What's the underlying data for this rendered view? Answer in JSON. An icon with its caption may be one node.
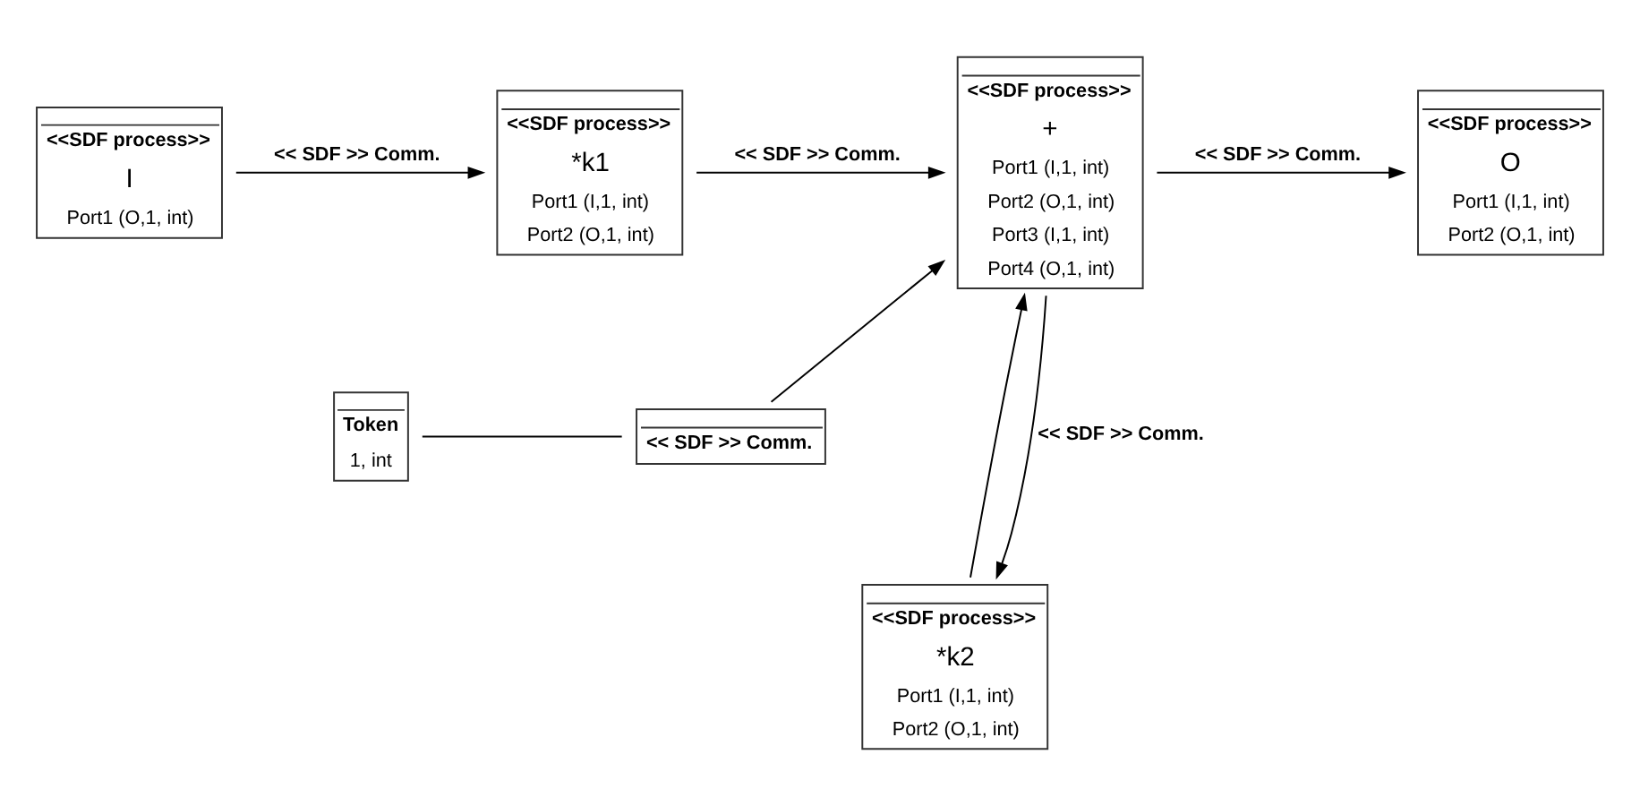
{
  "diagram": {
    "nodes": [
      {
        "text": [
          "<<SDF process>>",
          "I",
          "Port1 (O,1, int)"
        ]
      },
      {
        "text": [
          "<<SDF process>>",
          "*k1",
          "Port1 (I,1, int)",
          "Port2 (O,1, int)"
        ]
      },
      {
        "text": [
          "<<SDF process>>",
          "+",
          "Port1 (I,1, int)",
          "Port2 (O,1, int)",
          "Port3 (I,1, int)",
          "Port4 (O,1, int)"
        ]
      },
      {
        "text": [
          "<<SDF process>>",
          "O",
          "Port1 (I,1, int)",
          "Port2 (O,1, int)"
        ]
      },
      {
        "text": [
          "Token",
          "1, int"
        ]
      },
      {
        "text": [
          "<< SDF >> Comm."
        ]
      },
      {
        "text": [
          "<<SDF process>>",
          "*k2",
          "Port1 (I,1, int)",
          "Port2 (O,1, int)"
        ]
      }
    ],
    "edges": [
      {
        "from": 0,
        "to": 1,
        "arrow": "to",
        "label": "<< SDF >> Comm."
      },
      {
        "from": 1,
        "to": 2,
        "arrow": "to",
        "label": "<< SDF >> Comm."
      },
      {
        "from": 2,
        "to": 3,
        "arrow": "to",
        "label": "<< SDF >> Comm."
      },
      {
        "from": 2,
        "to": 6,
        "arrow": "to",
        "label": "<< SDF >> Comm."
      },
      {
        "from": 4,
        "to": 5,
        "arrow": "none"
      },
      {
        "from": 5,
        "to": 2,
        "arrow": "to"
      },
      {
        "from": 6,
        "to": 2,
        "arrow": "to"
      }
    ]
  }
}
